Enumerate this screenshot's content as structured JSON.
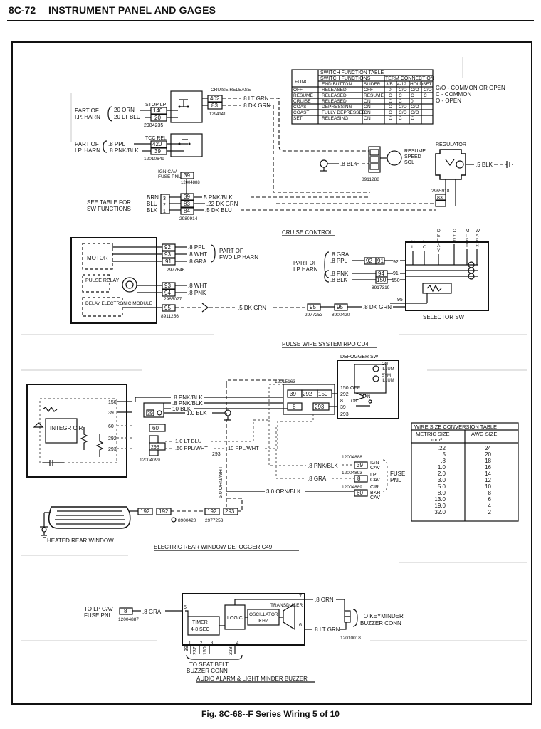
{
  "header": {
    "page": "8C-72",
    "title": "INSTRUMENT PANEL AND GAGES"
  },
  "caption": "Fig. 8C-68--F Series Wiring 5 of 10",
  "switch_table": {
    "title": "SWITCH FUNCTION TABLE",
    "funct": "FUNCT",
    "switch_functions": "SWITCH FUNCTIONS",
    "term_connection": "TERM CONNECTION",
    "cols": [
      "END BUTTON",
      "SLIDER",
      "3/B",
      "4-12",
      "HOLD",
      "SET"
    ],
    "rows": [
      [
        "OFF",
        "RELEASED",
        "OFF",
        "0",
        "C/O",
        "C/O",
        "C/O"
      ],
      [
        "RESUME",
        "RELEASED",
        "RESUME",
        "C",
        "C",
        "C",
        "C"
      ],
      [
        "CRUISE",
        "RELEASED",
        "ON",
        "C",
        "C",
        "0",
        ""
      ],
      [
        "COAST",
        "DEPRESSING",
        "ON",
        "C",
        "C/O",
        "C/O",
        ""
      ],
      [
        "COAST",
        "FULLY DEPRESSED",
        "ON",
        "C",
        "C/O",
        "C/O",
        ""
      ],
      [
        "SET",
        "RELEASING",
        "ON",
        "C",
        "C",
        "C",
        ""
      ]
    ],
    "legend": [
      "C/O - COMMON OR OPEN",
      "C - COMMON",
      "O - OPEN"
    ]
  },
  "wire_table": {
    "title": "WIRE SIZE CONVERSION TABLE",
    "col1": "METRIC SIZE",
    "col1_unit": "mm²",
    "col2": "AWG SIZE",
    "rows": [
      [
        ".22",
        "24"
      ],
      [
        ".5",
        "20"
      ],
      [
        ".8",
        "18"
      ],
      [
        "1.0",
        "16"
      ],
      [
        "2.0",
        "14"
      ],
      [
        "3.0",
        "12"
      ],
      [
        "5.0",
        "10"
      ],
      [
        "8.0",
        "8"
      ],
      [
        "13.0",
        "6"
      ],
      [
        "19.0",
        "4"
      ],
      [
        "32.0",
        "2"
      ]
    ]
  },
  "labels": {
    "stop_lp": "STOP LP",
    "stop_140": "140",
    "stop_20": "20",
    "part_of_ip": "PART OF",
    "ip_harn": "I.P. HARN",
    "orn20": "20 ORN",
    "ltblu20": "20 LT BLU",
    "c2984235": "2984235",
    "cruise_release": "CRUISE RELEASE",
    "c402": "402",
    "c83": "83",
    "ltgrn8": ".8 LT GRN",
    "dkgrn8": ".8 DK GRN",
    "c1294141": "1294141",
    "tcc_rel": "TCC REL",
    "c420": "420",
    "c39": "39",
    "ppl8": ".8 PPL",
    "pnkblk8": ".8 PNK/BLK",
    "c12010649": "12010649",
    "ign_cav": "IGN CAV",
    "fuse_pnl": "FUSE PNL",
    "c12004888": "12004888",
    "see_table": "SEE TABLE FOR",
    "sw_functions": "SW FUNCTIONS",
    "brn": "BRN",
    "blu": "BLU",
    "blk": "BLK",
    "n3": "3",
    "n2": "2",
    "n1": "1",
    "c84": "84",
    "pnkblk5": ".5 PNK/BLK",
    "dkgrn22": ".22 DK GRN",
    "dkblu5": ".5 DK BLU",
    "c2989914": "2989914",
    "blk8": ".8 BLK",
    "c8911288": "8911288",
    "resume": "RESUME",
    "speed": "SPEED",
    "sol": "SOL",
    "regulator": "REGULATOR",
    "blk5": ".5 BLK",
    "c2965918": "2965918",
    "cruise_control": "CRUISE CONTROL",
    "motor": "MOTOR",
    "pulse_relay": "PULSE RELAY",
    "delay_module": "DELAY ELECTRONIC MODULE",
    "c92": "92",
    "c93": "93",
    "c91": "91",
    "c94": "94",
    "c95": "95",
    "wht8": ".8 WHT",
    "gra8": ".8 GRA",
    "pnk8": ".8 PNK",
    "c2977646": "2977646",
    "c2965077": "2965077",
    "c8911256": "8911256",
    "part_of": "PART OF",
    "fwd_lp_harn": "FWD LP HARN",
    "dkgrn5": ".5 DK GRN",
    "c2977253": "2977253",
    "c8900420": "8900420",
    "dkgrn8b": ".8 DK GRN",
    "part_of_ip2": "PART OF",
    "ip_harn2": "I.P HARN",
    "c891731": "8917319",
    "selector_sw": "SELECTOR SW",
    "sw_letters": [
      "H I",
      "L O",
      "D E L A Y",
      "O F F",
      "M I S T",
      "W A S H"
    ],
    "pulse_wipe": "PULSE WIPE SYSTEM RPO CD4",
    "defogger_sw": "DEFOGGER SW",
    "on": "ON",
    "illum": "ILLUM",
    "sym": "SYM",
    "c12015163": "12015163",
    "c292": "292",
    "c150": "150",
    "c8": "8",
    "c293": "293",
    "off_lbl": "OFF",
    "n_lbl": "N",
    "integr_cir": "INTEGR CIR",
    "pin150": "150",
    "pin39": "39",
    "pin60": "60",
    "pin292": "292",
    "pin293": "293",
    "blk10": "10 BLK",
    "blk1": "1.0 BLK",
    "ltblu1": "1.0 LT BLU",
    "pplwht5": ".50 PPL/WHT",
    "pplwht10": "10 PPL/WHT",
    "c12004099": "12004099",
    "orn_vert": "5.0 ORN/WHT",
    "c12004888b": "12004888",
    "c12004893": "12004893",
    "c12004889": "12004889",
    "ign": "IGN",
    "cav": "CAV",
    "lp": "LP",
    "cir": "CIR",
    "fuse": "FUSE",
    "pnl": "PNL",
    "ornblk3": "3.0 ORN/BLK",
    "c60": "60",
    "bkr": "BKR",
    "gra8b": ".8 GRA",
    "c192": "192",
    "heated_rear": "HEATED REAR WINDOW",
    "electric_defogger": "ELECTRIC REAR WINDOW DEFOGGER C49",
    "to_lp_cav": "TO LP CAV",
    "fuse_pnl2": "FUSE PNL",
    "gra8c": ".8 GRA",
    "c12004887": "12004887",
    "timer": "TIMER",
    "timer_sec": "4-8 SEC",
    "logic": "LOGIC",
    "oscillator": "OSCILLATOR",
    "ikhz": "IKHZ",
    "transducer": "TRANSDUCER",
    "orn8": ".8 ORN",
    "ltgrn8b": ".8 LT GRN",
    "to_keyminder": "TO KEYMINDER",
    "buzzer_conn": "BUZZER CONN",
    "c12010018": "12010018",
    "pins_bottom": [
      "39",
      "237",
      "150",
      "238"
    ],
    "to_seat_belt": "TO SEAT BELT",
    "buzzer_conn2": "BUZZER CONN",
    "audio_alarm": "AUDIO ALARM & LIGHT MINDER BUZZER",
    "n7": "7",
    "n6": "6",
    "n5": "5",
    "n3b": "3",
    "n4": "4",
    "n2b": "2",
    "n1b": "1"
  }
}
